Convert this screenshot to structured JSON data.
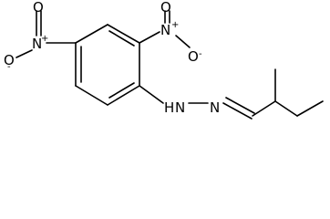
{
  "molecule": {
    "atoms": {
      "no2_left_o_top": {
        "symbol": "O"
      },
      "no2_left_o_minus": {
        "symbol": "O",
        "charge": "-"
      },
      "no2_left_n": {
        "symbol": "N",
        "charge": "+"
      },
      "no2_right_o_top": {
        "symbol": "O"
      },
      "no2_right_o_minus": {
        "symbol": "O",
        "charge": "-"
      },
      "no2_right_n": {
        "symbol": "N",
        "charge": "+"
      },
      "hydrazone_n1": {
        "symbol": "N",
        "hydrogen": "H"
      },
      "hydrazone_n2": {
        "symbol": "N"
      }
    },
    "colors": {
      "bond": "#000000",
      "text": "#000000",
      "background": "#ffffff"
    }
  }
}
